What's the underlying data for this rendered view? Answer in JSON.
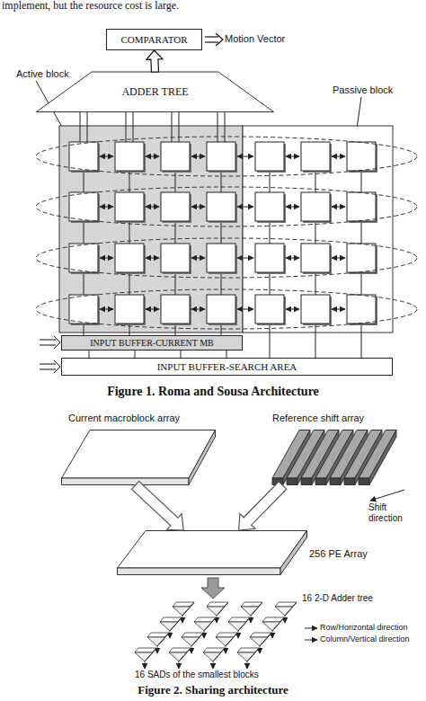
{
  "diagram": {
    "nodes": [
      {
        "text": [
          "COMPARATOR"
        ]
      },
      {
        "text": [
          "ADDER TREE"
        ]
      },
      {
        "text": [
          "INPUT BUFFER-CURRENT MB"
        ]
      },
      {
        "text": [
          "INPUT BUFFER-SEARCH AREA"
        ]
      },
      {
        "text": [
          "Current macroblock array"
        ]
      },
      {
        "text": [
          "Reference shift array"
        ]
      },
      {
        "text": [
          "256 PE Array"
        ]
      }
    ],
    "edges": [
      {
        "from": 1,
        "to": 0,
        "arrow": "to"
      },
      {
        "from": 4,
        "to": 6,
        "arrow": "to"
      },
      {
        "from": 5,
        "to": 6,
        "arrow": "to"
      }
    ],
    "labels": [
      "implement, but the resource cost is large.",
      "Motion Vector",
      "Active block",
      "Passive block",
      "Figure  1. Roma and Sousa Architecture",
      "Shift direction",
      "16 2-D Adder tree",
      "Row/Horizontal direction",
      "Column/Vertical direction",
      "16 SADs of the smallest blocks",
      "Figure 2. Sharing architecture"
    ]
  }
}
